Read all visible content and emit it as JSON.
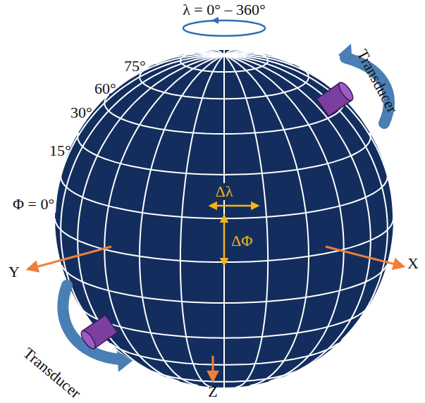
{
  "diagram": {
    "labels": [
      "λ = 0° – 360°",
      "75°",
      "60°",
      "30°",
      "15°",
      "Φ = 0°",
      "Δλ",
      "ΔΦ",
      "Y",
      "X",
      "Z",
      "Transducer",
      "Transducer"
    ]
  }
}
